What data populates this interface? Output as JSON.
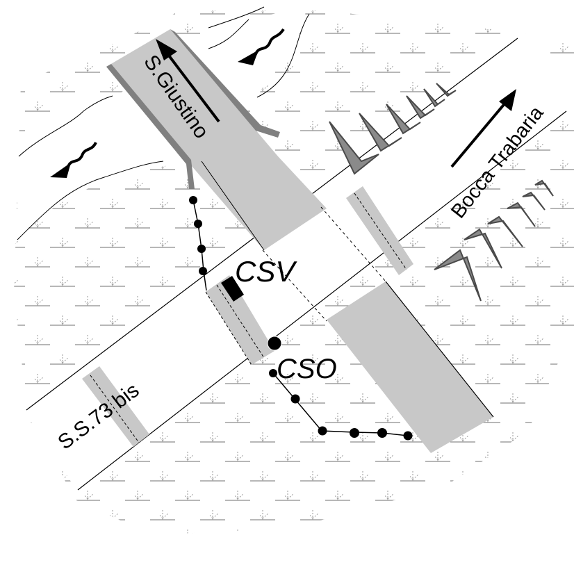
{
  "labels": {
    "road_north": "S.Giustino",
    "road_east": "Bocca Trabaria",
    "road_main": "S.S.73 bis",
    "site_csv": "CSV",
    "site_cso": "CSO"
  },
  "icons": {
    "flow_arrow": "wavy-flow-arrow-icon",
    "direction_arrow": "direction-arrow-icon",
    "marsh_symbol": "marsh-vegetation-icon",
    "embankment": "embankment-hachure-icon",
    "sensor_marker": "black-dot-marker",
    "csv_marker": "black-rectangle-marker"
  },
  "colors": {
    "road_fill": "#c8c8c8",
    "embankment": "#808080",
    "marsh": "#8c8c8c",
    "ink": "#000000"
  }
}
